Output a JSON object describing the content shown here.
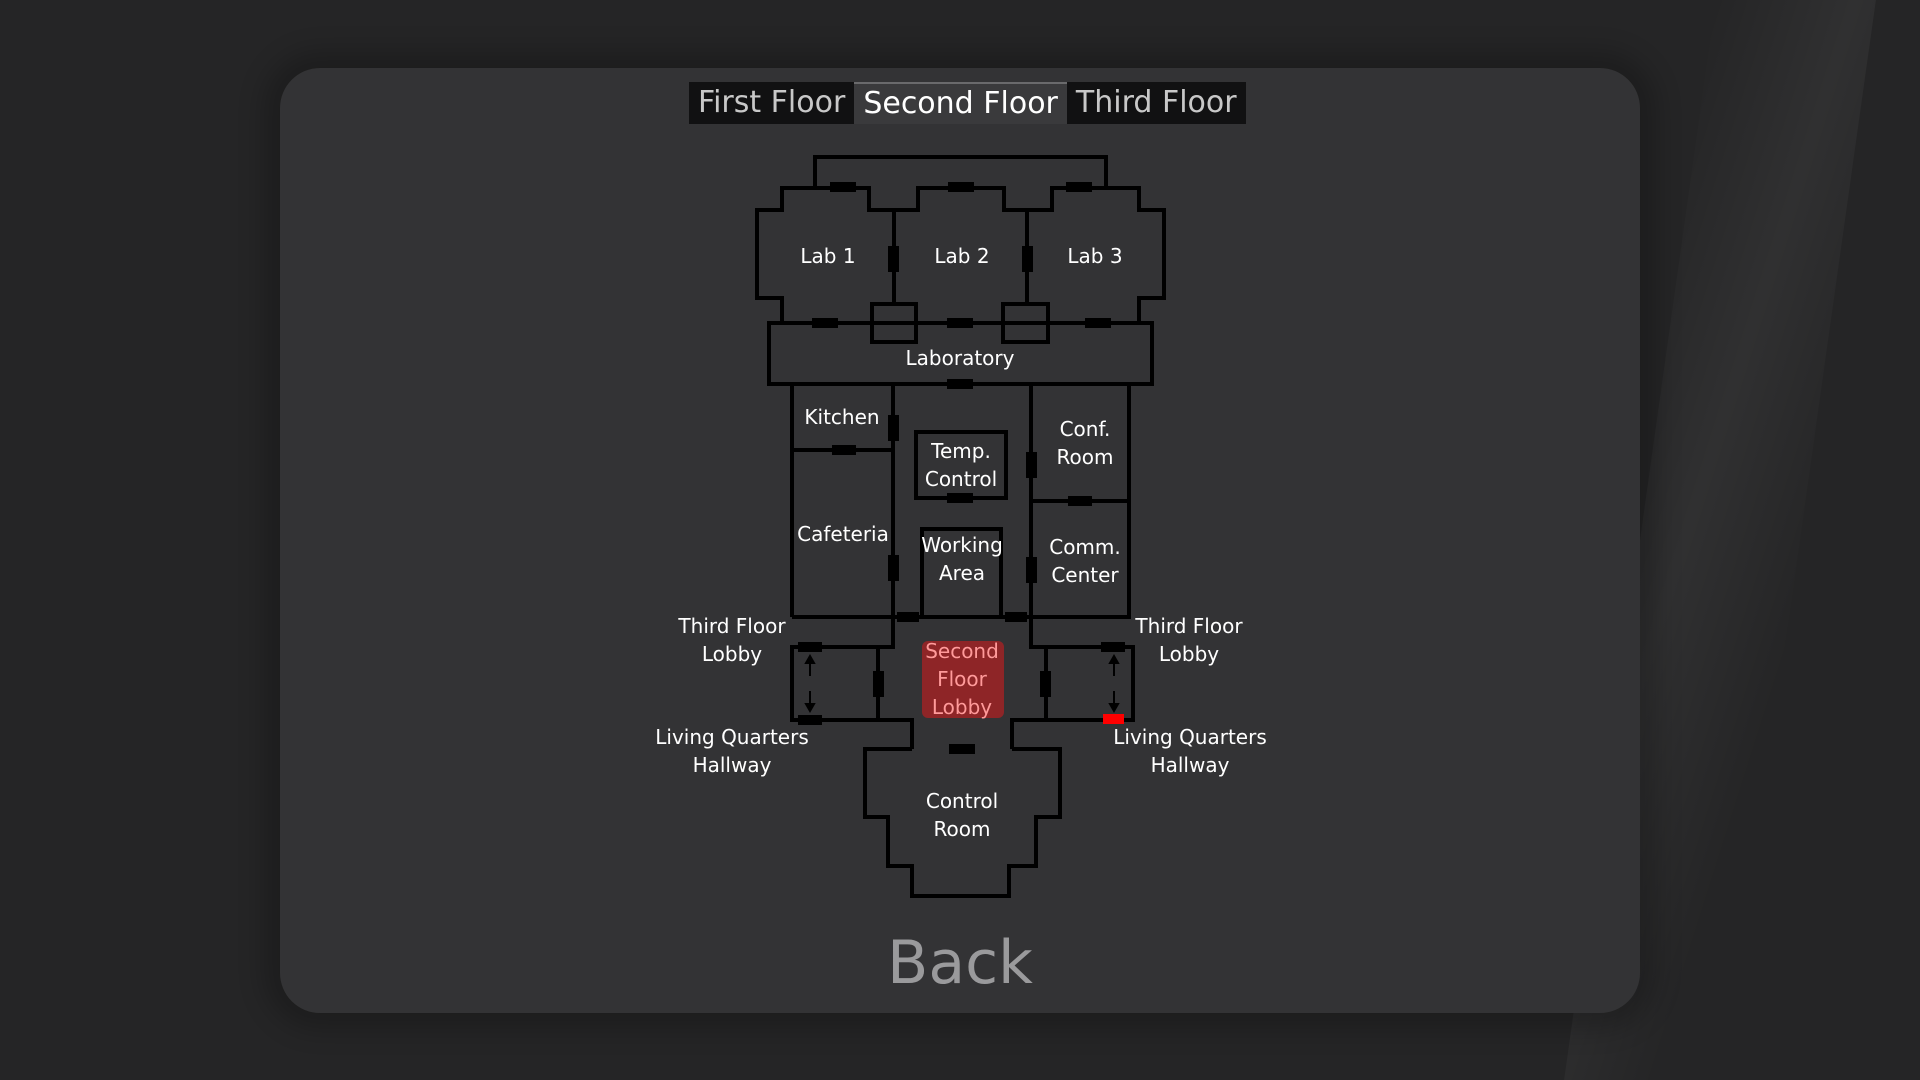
{
  "floor_tabs": [
    {
      "label": "First Floor",
      "active": false
    },
    {
      "label": "Second Floor",
      "active": true
    },
    {
      "label": "Third Floor",
      "active": false
    }
  ],
  "rooms": {
    "lab1": "Lab 1",
    "lab2": "Lab 2",
    "lab3": "Lab 3",
    "laboratory": "Laboratory",
    "kitchen": "Kitchen",
    "temp_control": "Temp.\nControl",
    "conf_room": "Conf.\nRoom",
    "cafeteria": "Cafeteria",
    "working_area": "Working\nArea",
    "comm_center": "Comm.\nCenter",
    "third_floor_lobby_left": "Third Floor\nLobby",
    "third_floor_lobby_right": "Third Floor\nLobby",
    "second_floor_lobby": "Second\nFloor\nLobby",
    "living_quarters_left": "Living Quarters\nHallway",
    "living_quarters_right": "Living Quarters\nHallway",
    "control_room": "Control\nRoom"
  },
  "current_location": "Second Floor Lobby",
  "colors": {
    "background": "#252526",
    "panel": "#333335",
    "wall": "#000000",
    "current_room_highlight": "#8e2527",
    "player_marker": "#ff0000"
  },
  "back_label": "Back"
}
